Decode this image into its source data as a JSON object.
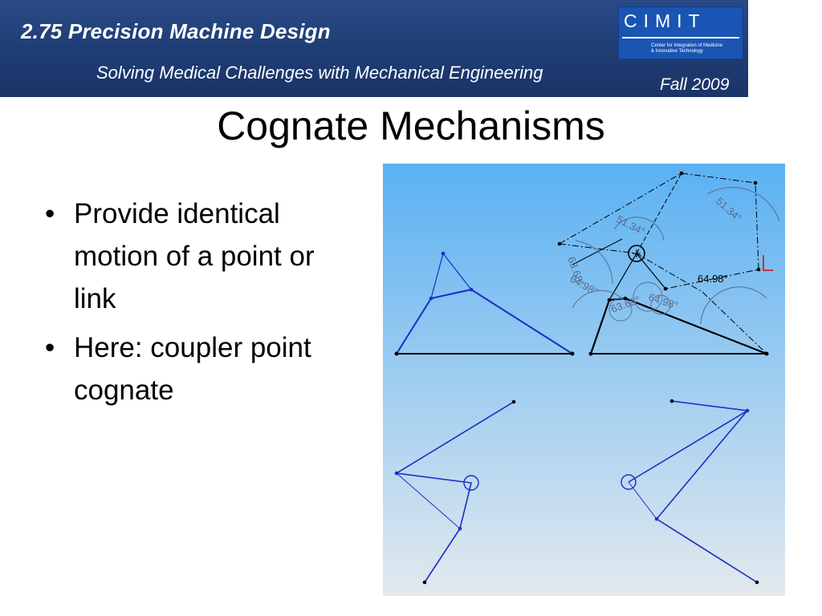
{
  "header": {
    "course": "2.75 Precision Machine Design",
    "subtitle": "Solving Medical Challenges with Mechanical Engineering",
    "term": "Fall 2009",
    "logo": {
      "word": "CIMIT",
      "sub_line1": "Center for Integration of Medicine",
      "sub_line2": "& Innovative Technology"
    }
  },
  "slide": {
    "title": "Cognate Mechanisms",
    "bullets": [
      {
        "text": "Provide identical motion of a point or link"
      },
      {
        "text": "Here: coupler point cognate"
      }
    ]
  },
  "figure": {
    "angle_labels": [
      "51.34°",
      "51.34°",
      "63.68°",
      "63.68°",
      "64.98°",
      "64.98°",
      "64.98°"
    ],
    "colors": {
      "background_top": "#5ab1f3",
      "background_bottom": "#e3e9ee",
      "link": "#1a2fc4",
      "frame": "#000000",
      "annotation": "#5a6b8a",
      "axis": "#e00000"
    }
  }
}
